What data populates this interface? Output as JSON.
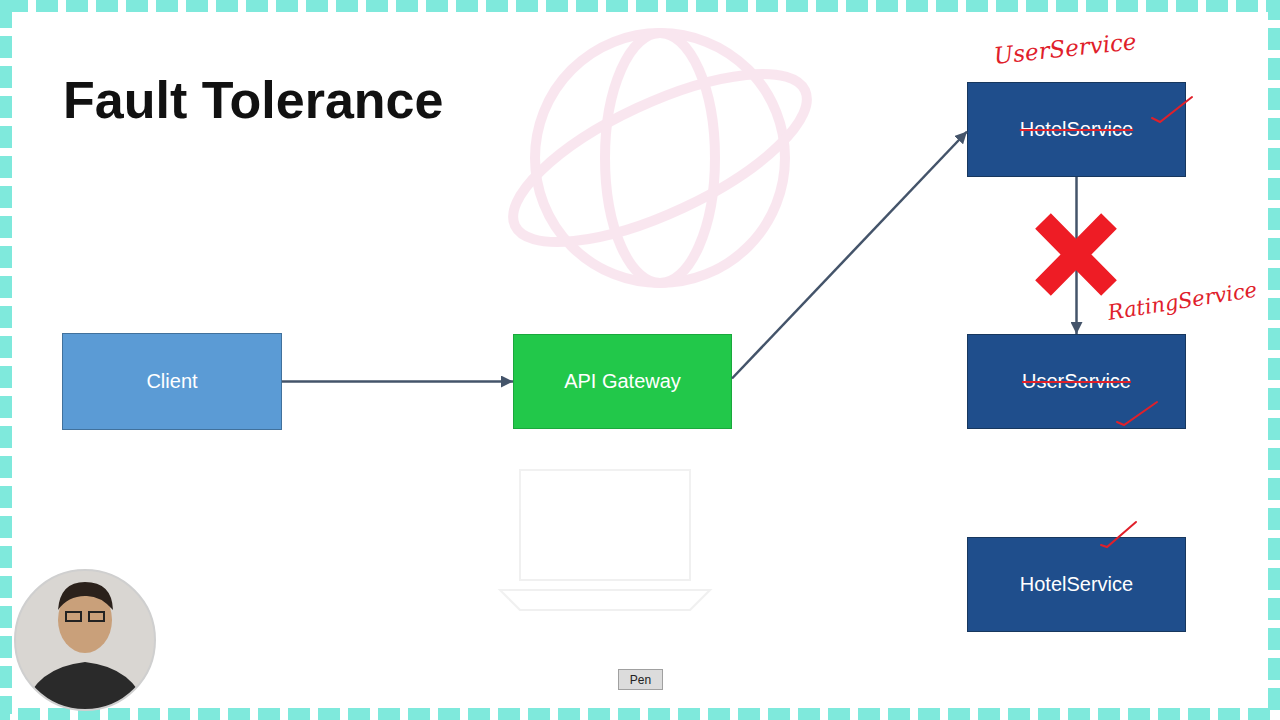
{
  "diagram": {
    "title": "Fault Tolerance",
    "nodes": [
      {
        "text": [
          "Client"
        ]
      },
      {
        "text": [
          "API Gateway"
        ]
      },
      {
        "text": [
          "HotelService",
          "UserService"
        ]
      },
      {
        "text": [
          "UserService",
          "RatingService"
        ]
      },
      {
        "text": [
          "HotelService"
        ]
      }
    ],
    "edges": [
      {
        "from": 0,
        "to": 1,
        "arrow": "to"
      },
      {
        "from": 1,
        "to": 2,
        "arrow": "to"
      },
      {
        "from": 2,
        "to": 3,
        "arrow": "to"
      }
    ],
    "labels": [
      "Pen"
    ]
  }
}
